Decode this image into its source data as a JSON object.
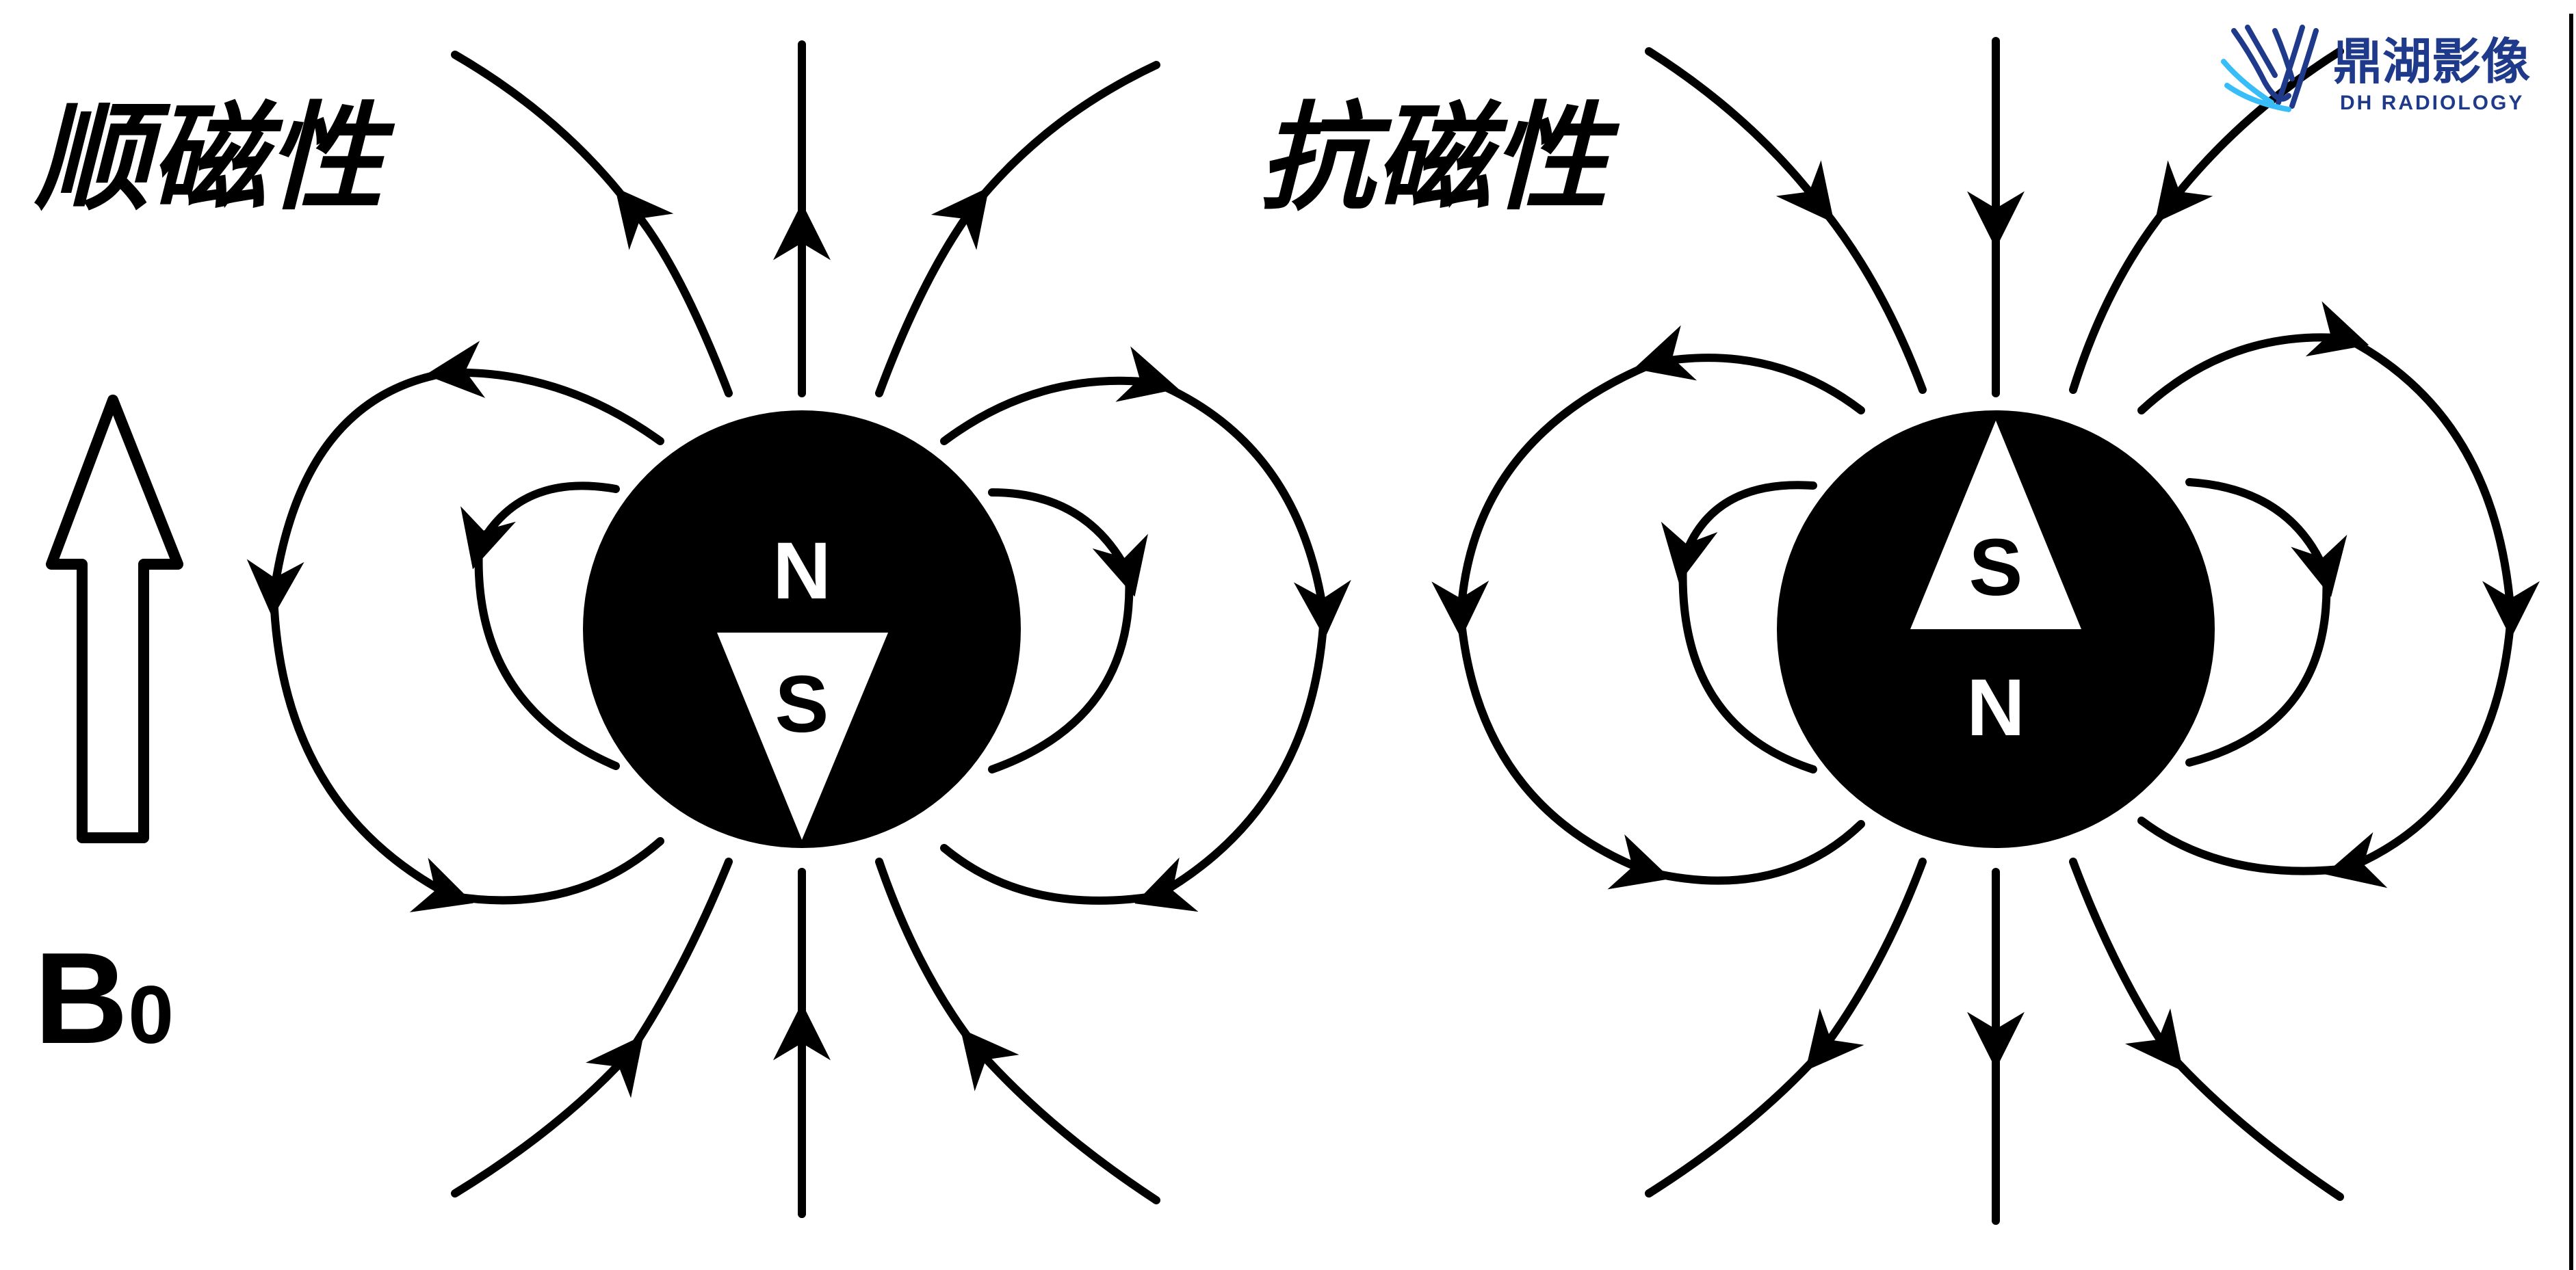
{
  "left_panel": {
    "title": "顺磁性",
    "pole_upper": "N",
    "pole_lower": "S"
  },
  "right_panel": {
    "title": "抗磁性",
    "pole_upper": "S",
    "pole_lower": "N"
  },
  "field_label": {
    "letter": "B",
    "subscript": "0"
  },
  "logo": {
    "name_cn": "鼎湖影像",
    "name_en": "DH RADIOLOGY",
    "color": "#1f3a8a",
    "icon": "waves-logo-icon"
  },
  "colors": {
    "ink": "#000000",
    "paper": "#ffffff"
  }
}
